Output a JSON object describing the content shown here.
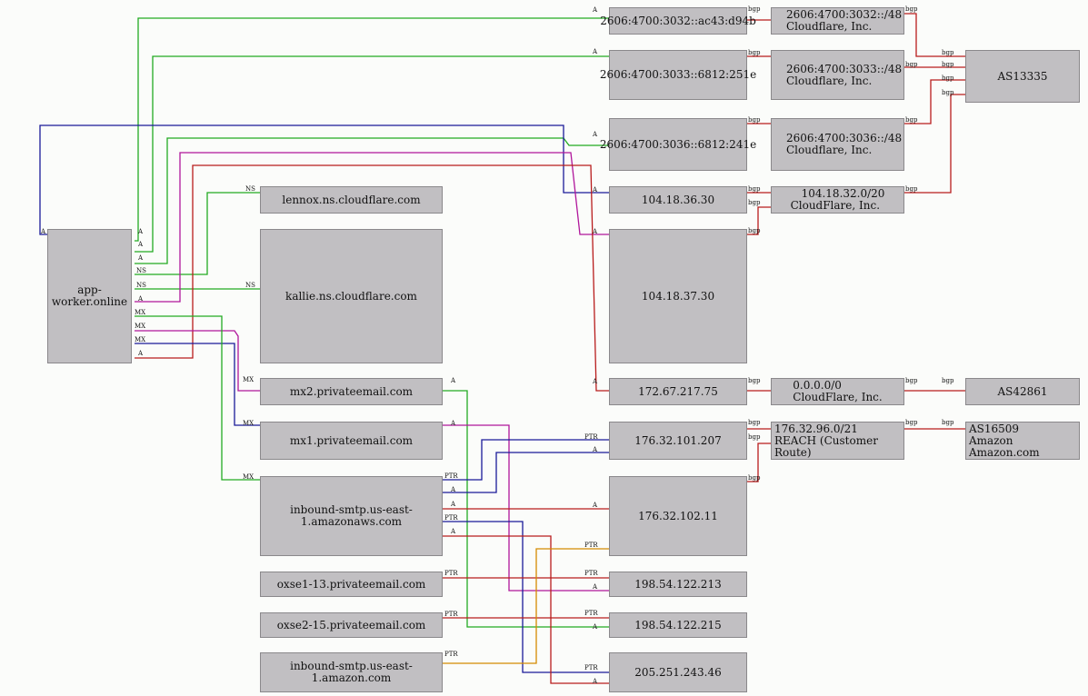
{
  "nodes": {
    "domain": "app-worker.online",
    "v6a": "2606:4700:3032::ac43:d94b",
    "v6b": "2606:4700:3033::6812:251e",
    "v6c": "2606:4700:3036::6812:241e",
    "ip1": "104.18.36.30",
    "ip2": "104.18.37.30",
    "ip3": "172.67.217.75",
    "ip4": "176.32.101.207",
    "ip5": "176.32.102.11",
    "ip6": "198.54.122.213",
    "ip7": "198.54.122.215",
    "ip8": "205.251.243.46",
    "ns1": "lennox.ns.cloudflare.com",
    "ns2": "kallie.ns.cloudflare.com",
    "mx2": "mx2.privateemail.com",
    "mx1": "mx1.privateemail.com",
    "smtp1": "inbound-smtp.us-east-1.amazonaws.com",
    "oxse1": "oxse1-13.privateemail.com",
    "oxse2": "oxse2-15.privateemail.com",
    "smtp2": "inbound-smtp.us-east-1.amazon.com",
    "pfx1_l1": "2606:4700:3032::/48",
    "pfx1_l2": "Cloudflare, Inc.",
    "pfx2_l1": "2606:4700:3033::/48",
    "pfx2_l2": "Cloudflare, Inc.",
    "pfx3_l1": "2606:4700:3036::/48",
    "pfx3_l2": "Cloudflare, Inc.",
    "pfx4_l1": "104.18.32.0/20",
    "pfx4_l2": "CloudFlare, Inc.",
    "pfx5_l1": "0.0.0.0/0",
    "pfx5_l2": "CloudFlare, Inc.",
    "pfx6_l1": "176.32.96.0/21",
    "pfx6_l2": "REACH (Customer Route)",
    "as1": "AS13335",
    "as2": "AS42861",
    "as3_l1": "AS16509",
    "as3_l2": "Amazon Amazon.com"
  },
  "edge_labels": {
    "a": "A",
    "ns": "NS",
    "mx": "MX",
    "ptr": "PTR",
    "bgp": "bgp"
  },
  "colors": {
    "node_fill": "#c1bfc2",
    "node_border": "#8a888b",
    "edge_a_green": "#22aa22",
    "edge_blue": "#1a1a99",
    "edge_magenta": "#b0169b",
    "edge_red": "#b81c1c",
    "edge_orange": "#d48a00",
    "background": "#fbfcfa"
  }
}
